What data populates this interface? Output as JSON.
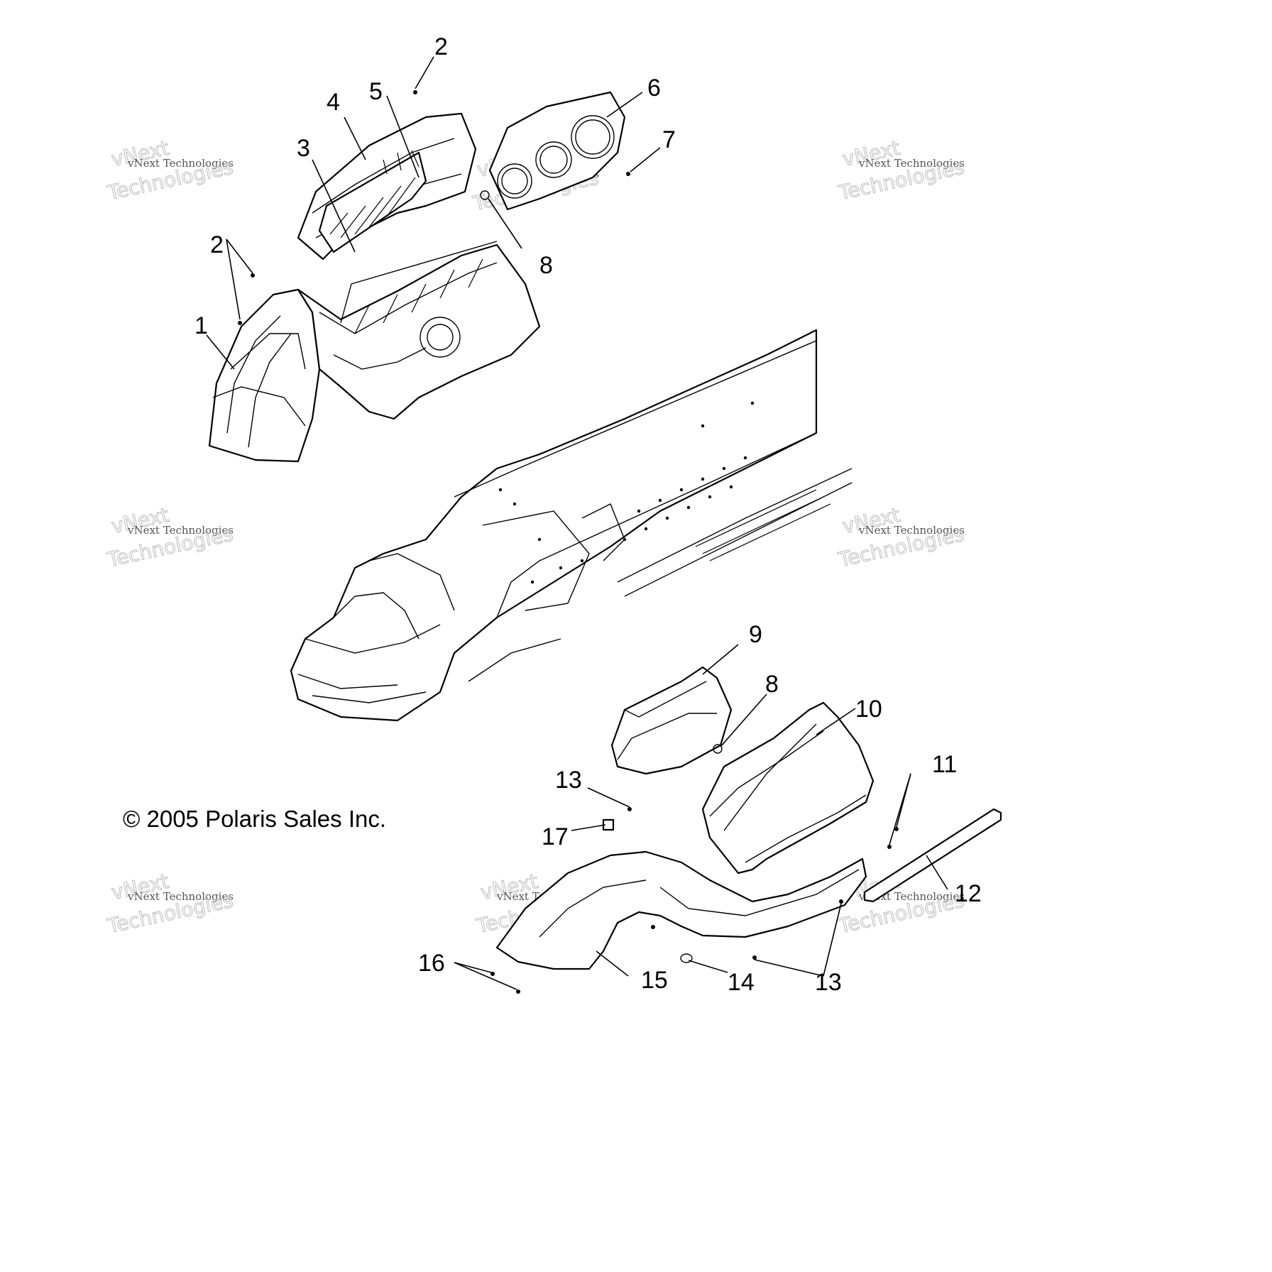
{
  "copyright": "© 2005 Polaris Sales Inc.",
  "watermark": {
    "line1": "vNext Technologies",
    "line2": "vNext",
    "line3": "Technologies"
  },
  "callouts": {
    "c1": "1",
    "c2a": "2",
    "c2b": "2",
    "c3": "3",
    "c4": "4",
    "c5": "5",
    "c6": "6",
    "c7": "7",
    "c8a": "8",
    "c8b": "8",
    "c9": "9",
    "c10": "10",
    "c11": "11",
    "c12": "12",
    "c13a": "13",
    "c13b": "13",
    "c14": "14",
    "c15": "15",
    "c16": "16",
    "c17": "17"
  }
}
